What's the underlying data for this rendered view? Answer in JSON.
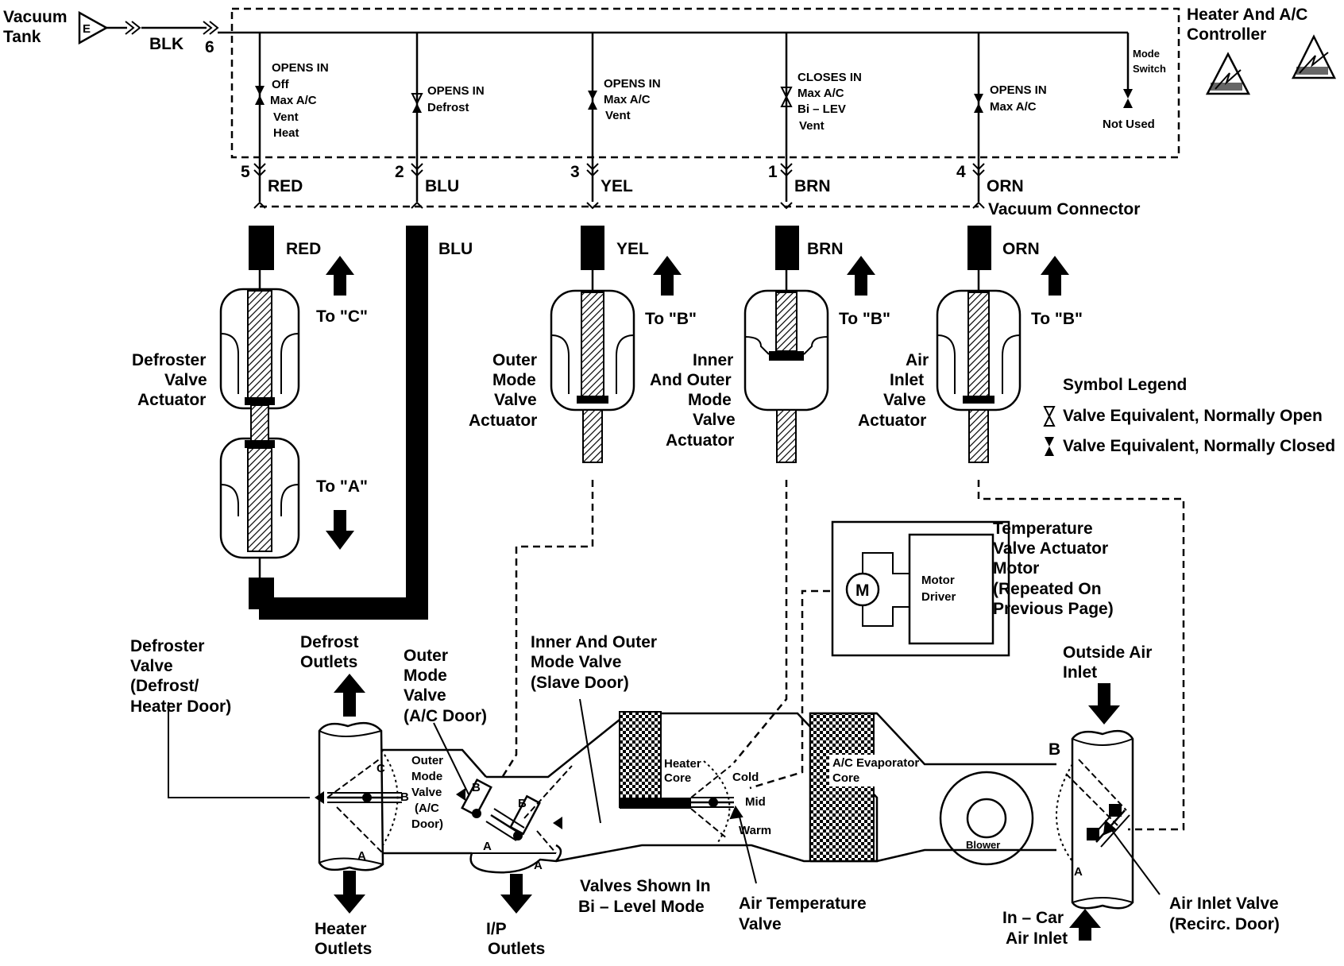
{
  "header": {
    "vacuum_tank": [
      "Vacuum",
      "Tank"
    ],
    "tank_letter": "E",
    "tank_wire": "BLK",
    "tank_pin": "6",
    "controller": [
      "Heater And A/C",
      "Controller"
    ],
    "vacuum_connector": "Vacuum Connector"
  },
  "ports": [
    {
      "pin": "5",
      "color": "RED",
      "state": "OPENS IN",
      "modes": [
        "Off",
        "Max A/C",
        "Vent",
        "Heat"
      ]
    },
    {
      "pin": "2",
      "color": "BLU",
      "state": "OPENS IN",
      "modes": [
        "Defrost"
      ]
    },
    {
      "pin": "3",
      "color": "YEL",
      "state": "OPENS IN",
      "modes": [
        "Max A/C",
        "Vent"
      ]
    },
    {
      "pin": "1",
      "color": "BRN",
      "state": "CLOSES IN",
      "modes": [
        "Max A/C",
        "Bi – LEV",
        "Vent"
      ]
    },
    {
      "pin": "4",
      "color": "ORN",
      "state": "OPENS IN",
      "modes": [
        "Max A/C"
      ]
    }
  ],
  "mode_switch": {
    "label": [
      "Mode",
      "Switch"
    ],
    "not_used": "Not Used"
  },
  "actuators": {
    "defroster": {
      "hose": "RED",
      "hose2": "BLU",
      "label": [
        "Defroster",
        "Valve",
        "Actuator"
      ],
      "up": "To \"C\"",
      "down": "To \"A\""
    },
    "outer": {
      "hose": "YEL",
      "label": [
        "Outer",
        "Mode",
        "Valve",
        "Actuator"
      ],
      "up": "To \"B\""
    },
    "inner_outer": {
      "hose": "BRN",
      "label": [
        "Inner",
        "And Outer",
        "Mode",
        "Valve",
        "Actuator"
      ],
      "up": "To \"B\""
    },
    "air_inlet": {
      "hose": "ORN",
      "label": [
        "Air",
        "Inlet",
        "Valve",
        "Actuator"
      ],
      "up": "To \"B\""
    }
  },
  "legend": {
    "title": "Symbol Legend",
    "open": "Valve Equivalent, Normally Open",
    "closed": "Valve Equivalent, Normally Closed"
  },
  "motor": {
    "label": [
      "Temperature",
      "Valve Actuator",
      "Motor",
      "(Repeated On",
      "Previous Page)"
    ],
    "symbol": "M",
    "driver": [
      "Motor",
      "Driver"
    ]
  },
  "housing": {
    "defroster_valve": [
      "Defroster",
      "Valve",
      "(Defrost/",
      "Heater Door)"
    ],
    "defrost_outlets": [
      "Defrost",
      "Outlets"
    ],
    "outer_mode_valve": [
      "Outer",
      "Mode",
      "Valve",
      "(A/C Door)"
    ],
    "outer_mode_inside": [
      "Outer",
      "Mode",
      "Valve",
      "(A/C",
      "Door)"
    ],
    "inner_outer_slave": [
      "Inner And Outer",
      "Mode Valve",
      "(Slave Door)"
    ],
    "heater_core": [
      "Heater",
      "Core"
    ],
    "temp_positions": [
      "Cold",
      "Mid",
      "Warm"
    ],
    "evaporator": [
      "A/C Evaporator",
      "Core"
    ],
    "blower": "Blower",
    "outside_air": [
      "Outside Air",
      "Inlet"
    ],
    "heater_outlets": [
      "Heater",
      "Outlets"
    ],
    "ip_outlets": [
      "I/P",
      "Outlets"
    ],
    "valves_shown": [
      "Valves Shown In",
      "Bi – Level Mode"
    ],
    "air_temp_valve": [
      "Air Temperature",
      "Valve"
    ],
    "in_car": [
      "In – Car",
      "Air Inlet"
    ],
    "air_inlet_valve": [
      "Air Inlet Valve",
      "(Recirc. Door)"
    ],
    "letters": {
      "a": "A",
      "b": "B",
      "c": "C"
    }
  }
}
